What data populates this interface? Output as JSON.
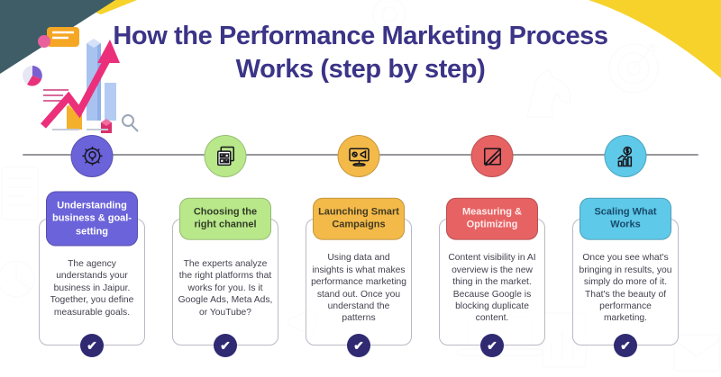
{
  "header": {
    "title_line1": "How the Performance Marketing Process",
    "title_line2": "Works (step by step)",
    "title_color": "#3b3487"
  },
  "decor": {
    "corner_left_color": "#3f5d66",
    "corner_yellow_color": "#f6d22b",
    "timeline_color": "#97979d",
    "pattern_icon_names": [
      "target-icon",
      "laptop-icon",
      "bar-chart-doc-icon",
      "envelope-icon",
      "document-icon",
      "gear-icon",
      "pie-doc-icon"
    ]
  },
  "steps": [
    {
      "icon": "gear-lightbulb-icon",
      "accent": "#6b63d9",
      "title": "Understanding business & goal-setting",
      "title_text_color": "#ffffff",
      "description": "The agency understands your business in Jaipur. Together, you define measurable goals."
    },
    {
      "icon": "checklist-icon",
      "accent": "#b9e88b",
      "title": "Choosing the right channel",
      "title_text_color": "#333d28",
      "description": "The experts analyze the right platforms that works for you. Is it Google Ads, Meta Ads, or YouTube?"
    },
    {
      "icon": "monitor-megaphone-icon",
      "accent": "#f3ba4a",
      "title": "Launching Smart Campaigns",
      "title_text_color": "#433a22",
      "description": "Using data and insights is what makes performance marketing stand out. Once you understand the patterns"
    },
    {
      "icon": "ruler-pencil-icon",
      "accent": "#e66263",
      "title": "Measuring & Optimizing",
      "title_text_color": "#ffecec",
      "description": "Content visibility in AI overview is the new thing in the market. Because Google is blocking duplicate content."
    },
    {
      "icon": "growth-dollar-icon",
      "accent": "#5fc9e9",
      "title": "Scaling What Works",
      "title_text_color": "#174a6b",
      "description": "Once you see what's bringing in results, you simply do more of it. That's the beauty of performance marketing."
    }
  ],
  "checkmark": {
    "symbol": "✔",
    "color": "#2f2a72"
  }
}
